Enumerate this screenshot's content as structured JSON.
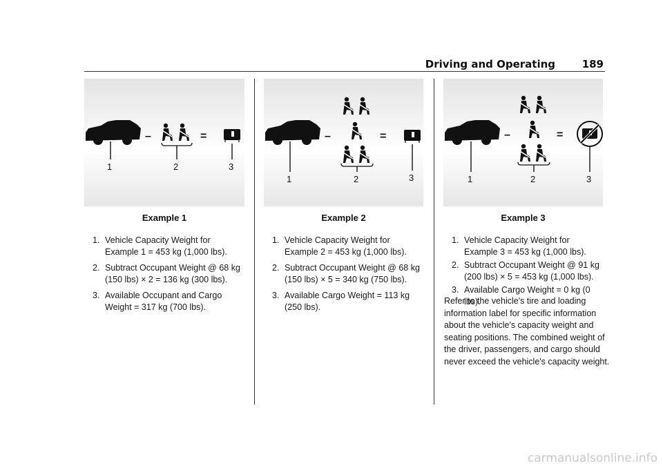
{
  "header": {
    "section": "Driving and Operating",
    "page_number": "189"
  },
  "examples": [
    {
      "caption": "Example 1",
      "callouts": [
        "1",
        "2",
        "3"
      ],
      "operators": [
        "–",
        "="
      ],
      "steps": [
        {
          "num": "1.",
          "text": "Vehicle Capacity Weight for Example 1 = 453 kg (1,000 lbs)."
        },
        {
          "num": "2.",
          "text": "Subtract Occupant Weight @ 68 kg (150 lbs) × 2 = 136 kg (300 lbs)."
        },
        {
          "num": "3.",
          "text": "Available Occupant and Cargo Weight = 317 kg (700 lbs)."
        }
      ]
    },
    {
      "caption": "Example 2",
      "callouts": [
        "1",
        "2",
        "3"
      ],
      "operators": [
        "–",
        "="
      ],
      "steps": [
        {
          "num": "1.",
          "text": "Vehicle Capacity Weight for Example 2 = 453 kg (1,000 lbs)."
        },
        {
          "num": "2.",
          "text": "Subtract Occupant Weight @ 68 kg (150 lbs) × 5 = 340 kg (750 lbs)."
        },
        {
          "num": "3.",
          "text": "Available Cargo Weight = 113 kg (250 lbs)."
        }
      ]
    },
    {
      "caption": "Example 3",
      "callouts": [
        "1",
        "2",
        "3"
      ],
      "operators": [
        "–",
        "="
      ],
      "steps": [
        {
          "num": "1.",
          "text": "Vehicle Capacity Weight for Example 3 = 453 kg (1,000 lbs)."
        },
        {
          "num": "2.",
          "text": "Subtract Occupant Weight @ 91 kg (200 lbs) × 5 = 453 kg (1,000 lbs)."
        },
        {
          "num": "3.",
          "text": "Available Cargo Weight = 0 kg (0 lbs)."
        }
      ]
    }
  ],
  "note": "Refer to the vehicle's tire and loading information label for specific information about the vehicle's capacity weight and seating positions. The combined weight of the driver, passengers, and cargo should never exceed the vehicle's capacity weight.",
  "watermark": "carmanualsonline.info",
  "icons": [
    "car-icon",
    "seated-occupant-icon",
    "cargo-box-icon",
    "no-cargo-icon"
  ]
}
